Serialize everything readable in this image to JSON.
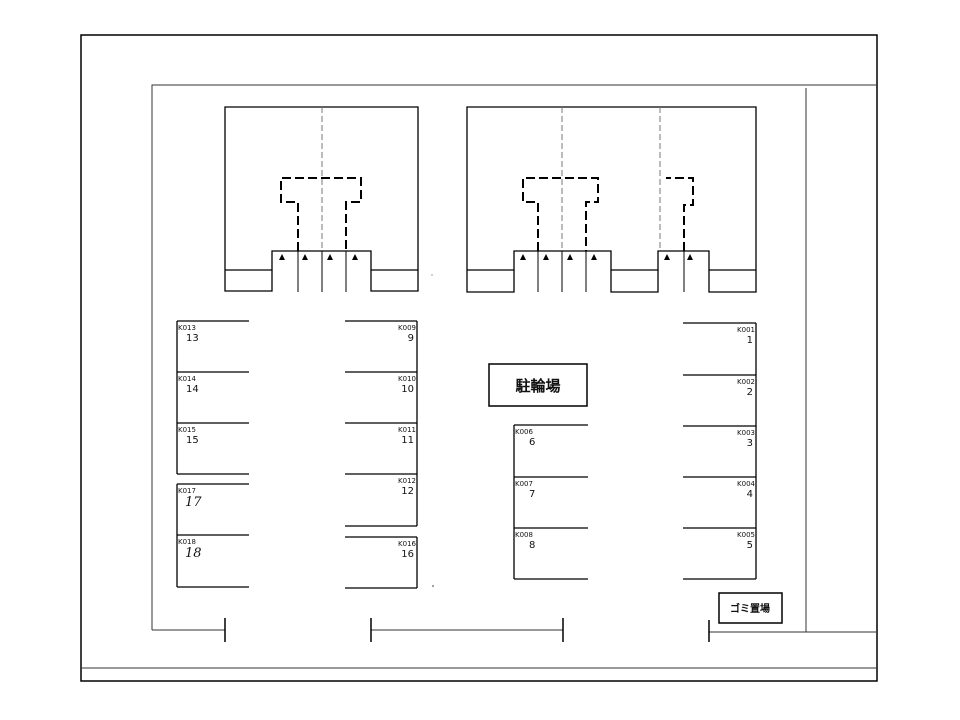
{
  "labels": {
    "bicycle_parking": "駐輪場",
    "garbage_area": "ゴミ置場"
  },
  "spaces": {
    "k001": {
      "id": "K001",
      "num": "1"
    },
    "k002": {
      "id": "K002",
      "num": "2"
    },
    "k003": {
      "id": "K003",
      "num": "3"
    },
    "k004": {
      "id": "K004",
      "num": "4"
    },
    "k005": {
      "id": "K005",
      "num": "5"
    },
    "k006": {
      "id": "K006",
      "num": "6"
    },
    "k007": {
      "id": "K007",
      "num": "7"
    },
    "k008": {
      "id": "K008",
      "num": "8"
    },
    "k009": {
      "id": "K009",
      "num": "9"
    },
    "k010": {
      "id": "K010",
      "num": "10"
    },
    "k011": {
      "id": "K011",
      "num": "11"
    },
    "k012": {
      "id": "K012",
      "num": "12"
    },
    "k013": {
      "id": "K013",
      "num": "13"
    },
    "k014": {
      "id": "K014",
      "num": "14"
    },
    "k015": {
      "id": "K015",
      "num": "15"
    },
    "k016": {
      "id": "K016",
      "num": "16"
    },
    "k017": {
      "id": "K017",
      "num": "17"
    },
    "k018": {
      "id": "K018",
      "num": "18"
    }
  }
}
